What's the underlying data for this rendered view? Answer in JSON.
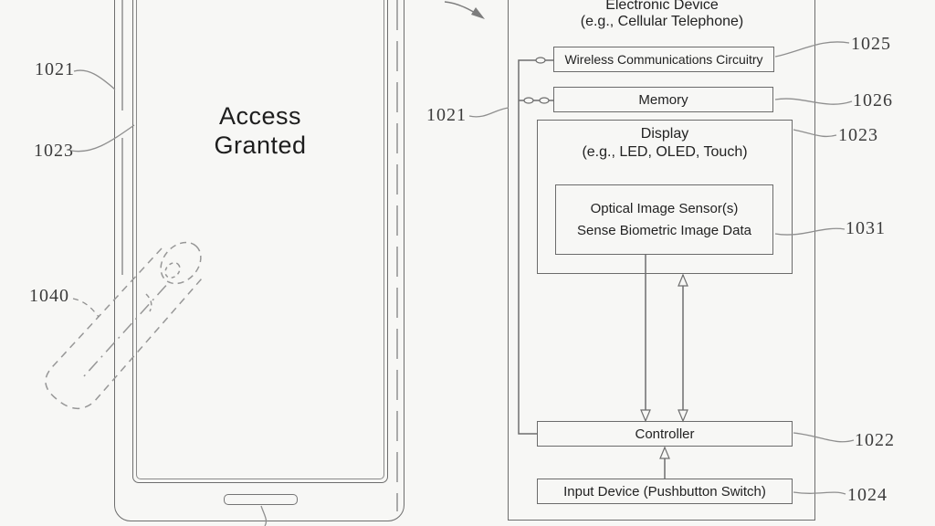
{
  "colors": {
    "line": "#6e6e6e",
    "leader": "#8f8f8f",
    "text": "#222222",
    "label": "#3b3b3b",
    "background": "#f7f7f5"
  },
  "left_figure": {
    "screen_line1": "Access",
    "screen_line2": "Granted",
    "labels": {
      "body": "1021",
      "screen": "1023",
      "finger": "1040"
    }
  },
  "right_figure": {
    "title_line1": "Electronic Device",
    "title_line2": "(e.g., Cellular Telephone)",
    "boxes": {
      "wireless": "Wireless Communications Circuitry",
      "memory": "Memory",
      "display_title": "Display",
      "display_subtitle": "(e.g., LED, OLED, Touch)",
      "sensor_line1": "Optical Image Sensor(s)",
      "sensor_line2": "Sense Biometric Image Data",
      "controller": "Controller",
      "input": "Input Device (Pushbutton Switch)"
    },
    "labels": {
      "device": "1021",
      "wireless": "1025",
      "memory": "1026",
      "display": "1023",
      "sensor": "1031",
      "controller": "1022",
      "input": "1024"
    }
  }
}
